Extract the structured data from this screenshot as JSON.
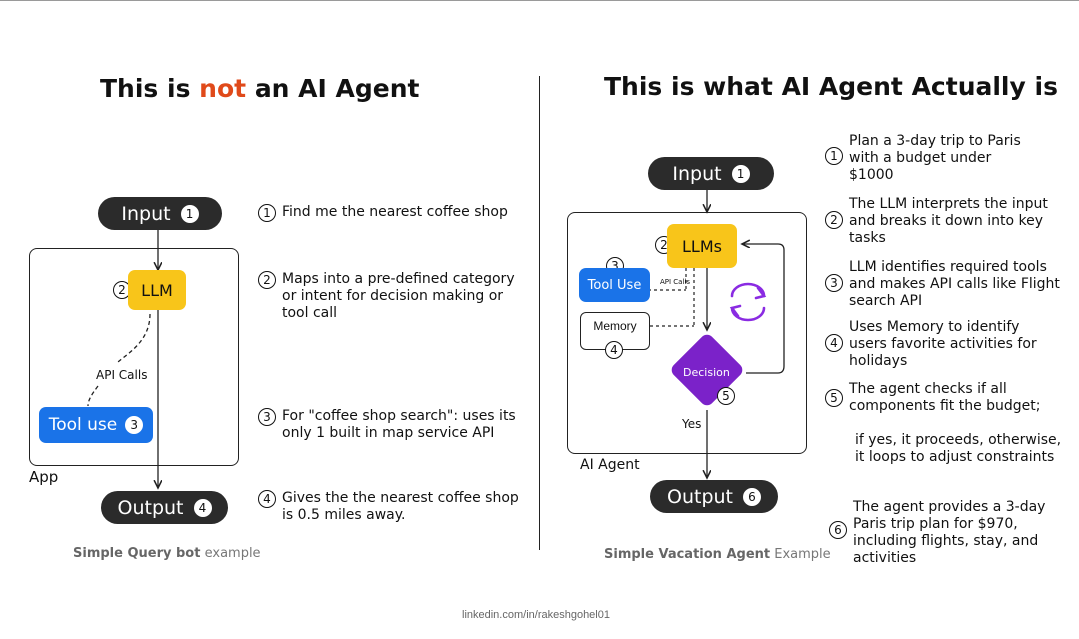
{
  "left": {
    "title_prefix": "This is ",
    "title_highlight": "not",
    "title_suffix": " an AI Agent",
    "input_label": "Input",
    "llm_label": "LLM",
    "api_calls_label": "API Calls",
    "tool_label": "Tool use",
    "app_label": "App",
    "output_label": "Output",
    "notes": [
      {
        "n": "1",
        "text": "Find me the nearest coffee shop"
      },
      {
        "n": "2",
        "text": "Maps into a pre-defined category or intent for decision making or tool call"
      },
      {
        "n": "3",
        "text": "For \"coffee shop search\": uses its only 1 built in map service API"
      },
      {
        "n": "4",
        "text": "Gives the the nearest coffee shop is 0.5 miles away."
      }
    ],
    "footer_bold": "Simple Query bot",
    "footer_rest": " example"
  },
  "right": {
    "title": "This is what AI Agent Actually is",
    "input_label": "Input",
    "llm_label": "LLMs",
    "tool_label": "Tool Use",
    "api_calls_label": "API Calls",
    "memory_label": "Memory",
    "decision_label": "Decision",
    "yes_label": "Yes",
    "agent_label": "AI Agent",
    "output_label": "Output",
    "notes": [
      {
        "n": "1",
        "text": "Plan a 3-day trip to Paris with a budget under $1000"
      },
      {
        "n": "2",
        "text": "The LLM interprets the input and breaks it down into key tasks"
      },
      {
        "n": "3",
        "text": "LLM identifies required tools and makes API calls like Flight search API"
      },
      {
        "n": "4",
        "text": "Uses Memory to identify users favorite activities for holidays"
      },
      {
        "n": "5",
        "text": "The agent checks if all components fit the budget;"
      },
      {
        "n": "",
        "text": "if yes, it proceeds, otherwise, it loops to adjust constraints"
      },
      {
        "n": "6",
        "text": "The agent provides a 3-day Paris trip plan for $970, including flights, stay, and activities"
      }
    ],
    "footer_bold": "Simple Vacation Agent",
    "footer_rest": " Example"
  },
  "credit": "linkedin.com/in/rakeshgohel01",
  "colors": {
    "highlight": "#e04a1a",
    "llm": "#f8c51a",
    "tool": "#1a73e8",
    "decision": "#7b22c9",
    "pill": "#2b2b2b"
  }
}
